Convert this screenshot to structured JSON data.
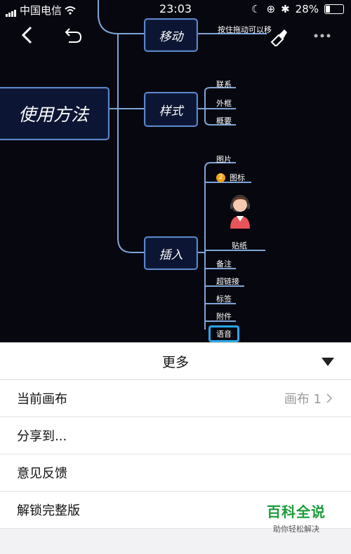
{
  "status_bar": {
    "carrier": "中国电信",
    "time": "23:03",
    "battery": "28%",
    "battery_level": 0.28
  },
  "toolbar": {
    "back": "back-icon",
    "undo": "undo-icon",
    "clear": "clear-icon",
    "more": "more-icon"
  },
  "mindmap": {
    "root": "使用方法",
    "nodes": {
      "move": "移动",
      "style": "样式",
      "insert": "插入"
    },
    "move_leaf": "按住拖动可以移",
    "style_leaves": [
      "联系",
      "外框",
      "概要"
    ],
    "insert_leaves": {
      "picture": "图片",
      "icon_badge": "2",
      "icon": "图标",
      "sticker": "贴纸",
      "note": "备注",
      "hyperlink": "超链接",
      "tag": "标签",
      "attachment": "附件",
      "voice": "语音"
    }
  },
  "sheet": {
    "title": "更多",
    "rows": [
      {
        "label": "当前画布",
        "value": "画布 1"
      },
      {
        "label": "分享到..."
      },
      {
        "label": "意见反馈"
      },
      {
        "label": "解锁完整版"
      }
    ]
  },
  "watermark": {
    "title": "百科全说",
    "subtitle": "助你轻松解决"
  }
}
